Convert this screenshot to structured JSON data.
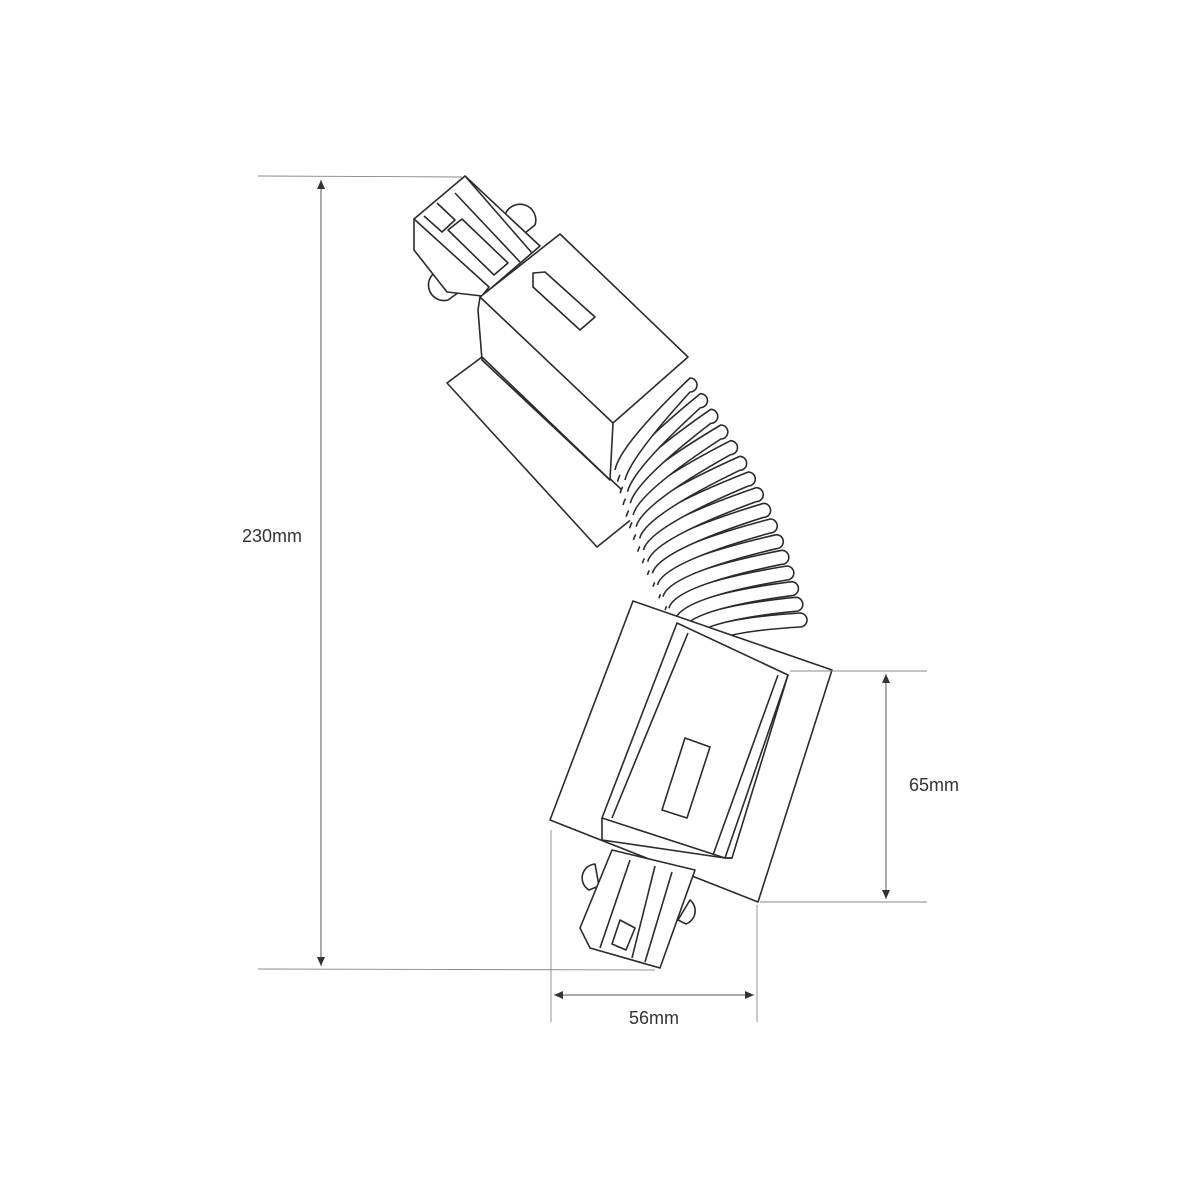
{
  "dimensions": {
    "height_total": "230mm",
    "height_head": "65mm",
    "width_head": "56mm"
  },
  "colors": {
    "line": "#2b2b2b",
    "dimension": "#555555",
    "background": "#ffffff"
  }
}
